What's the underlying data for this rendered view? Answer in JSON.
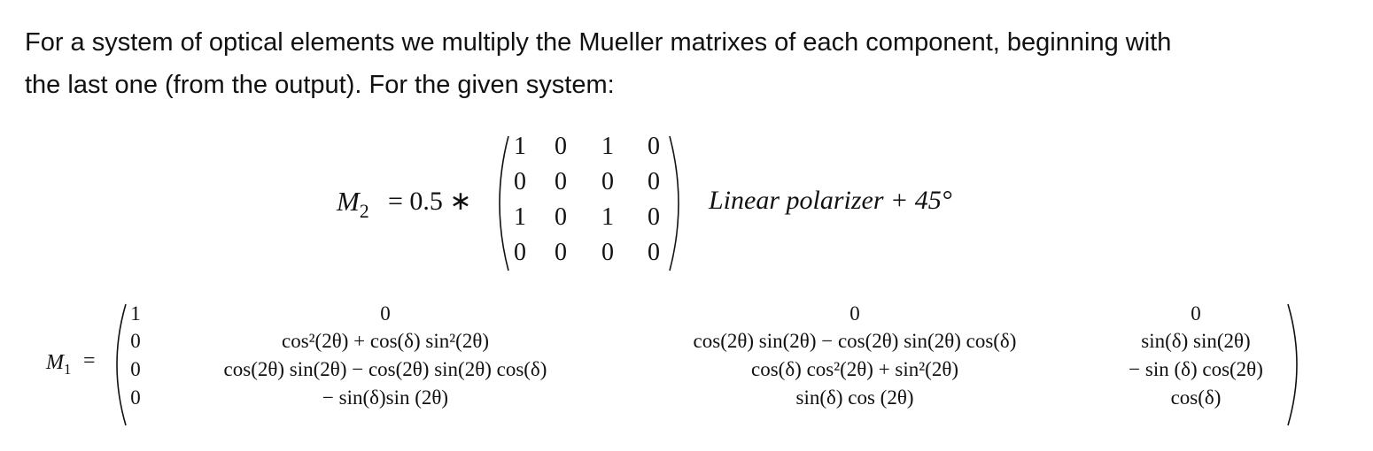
{
  "intro": {
    "line1": "For a system of optical elements we multiply the Mueller matrixes of each component, beginning with",
    "line2": "the last one (from the output).  For the given system:"
  },
  "m2": {
    "lhs": "M",
    "lhs_sub": "2",
    "equals": "= 0.5 ∗",
    "matrix": [
      [
        "1",
        "0",
        "1",
        "0"
      ],
      [
        "0",
        "0",
        "0",
        "0"
      ],
      [
        "1",
        "0",
        "1",
        "0"
      ],
      [
        "0",
        "0",
        "0",
        "0"
      ]
    ],
    "label": "Linear polarizer + 45°"
  },
  "m1": {
    "lhs": "M",
    "lhs_sub": "1",
    "equals": "=",
    "columns": [
      [
        "1",
        "0",
        "0",
        "0"
      ],
      [
        "0",
        "cos²(2θ) + cos(δ) sin²(2θ)",
        "cos(2θ) sin(2θ) − cos(2θ) sin(2θ) cos(δ)",
        "− sin(δ)sin (2θ)"
      ],
      [
        "0",
        "cos(2θ) sin(2θ) − cos(2θ) sin(2θ) cos(δ)",
        "cos(δ) cos²(2θ) + sin²(2θ)",
        "sin(δ) cos (2θ)"
      ],
      [
        "0",
        "sin(δ) sin(2θ)",
        "− sin (δ) cos(2θ)",
        "cos(δ)"
      ]
    ]
  }
}
